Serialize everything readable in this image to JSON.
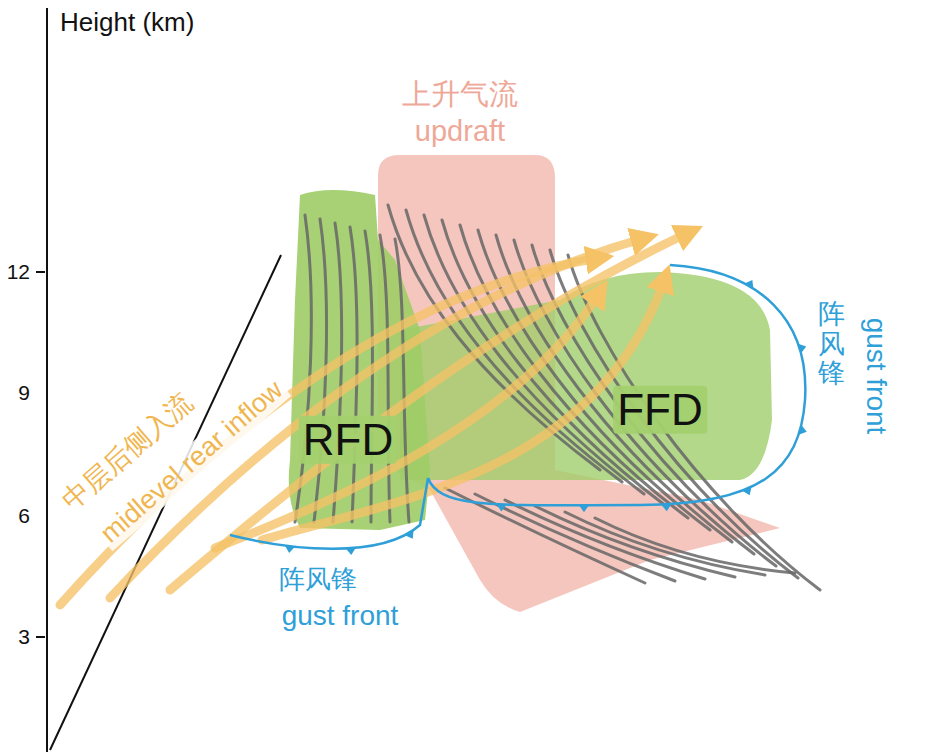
{
  "diagram": {
    "nodes": [
      {
        "text": [
          "上升气流",
          "updraft"
        ]
      },
      {
        "text": [
          "RFD"
        ]
      },
      {
        "text": [
          "FFD"
        ]
      }
    ],
    "labels": [
      "Height (km)",
      "12",
      "9",
      "6",
      "3",
      "中层后侧入流",
      "midlevel rear inflow",
      "阵风锋",
      "gust front",
      "阵风锋",
      "gust front"
    ]
  }
}
